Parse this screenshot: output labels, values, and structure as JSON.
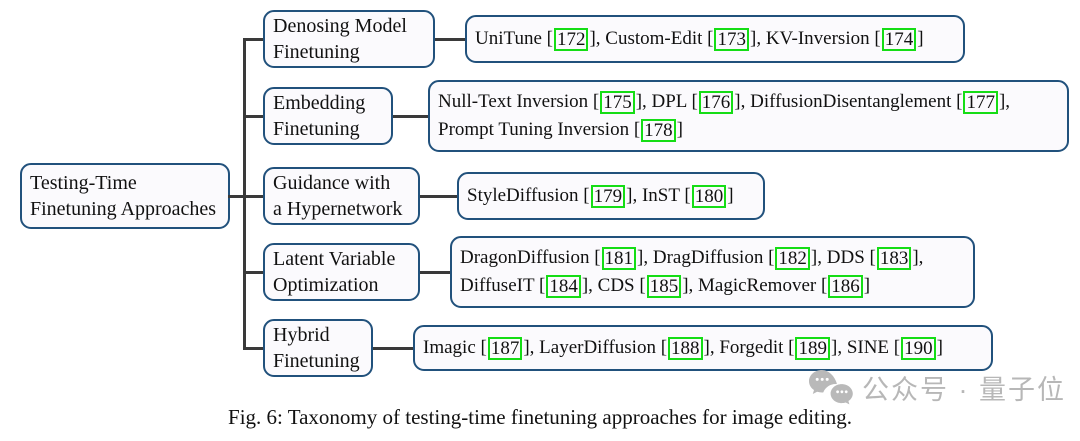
{
  "figure": {
    "caption": "Fig. 6: Taxonomy of testing-time finetuning approaches for image editing."
  },
  "tree": {
    "root": {
      "label_lines": [
        "Testing-Time",
        "Finetuning Approaches"
      ]
    },
    "branches": [
      {
        "label_lines": [
          "Denosing Model",
          "Finetuning"
        ],
        "leaf_lines": [
          [
            {
              "name": "UniTune",
              "ref": "172"
            },
            {
              "name": "Custom-Edit",
              "ref": "173"
            },
            {
              "name": "KV-Inversion",
              "ref": "174"
            }
          ]
        ]
      },
      {
        "label_lines": [
          "Embedding",
          "Finetuning"
        ],
        "leaf_lines": [
          [
            {
              "name": "Null-Text Inversion",
              "ref": "175"
            },
            {
              "name": "DPL",
              "ref": "176"
            },
            {
              "name": "DiffusionDisentanglement",
              "ref": "177"
            }
          ],
          [
            {
              "name": "Prompt Tuning Inversion",
              "ref": "178"
            }
          ]
        ]
      },
      {
        "label_lines": [
          "Guidance with",
          "a Hypernetwork"
        ],
        "leaf_lines": [
          [
            {
              "name": "StyleDiffusion",
              "ref": "179"
            },
            {
              "name": "InST",
              "ref": "180"
            }
          ]
        ]
      },
      {
        "label_lines": [
          "Latent Variable",
          "Optimization"
        ],
        "leaf_lines": [
          [
            {
              "name": "DragonDiffusion",
              "ref": "181"
            },
            {
              "name": "DragDiffusion",
              "ref": "182"
            },
            {
              "name": "DDS",
              "ref": "183"
            }
          ],
          [
            {
              "name": "DiffuseIT",
              "ref": "184"
            },
            {
              "name": "CDS",
              "ref": "185"
            },
            {
              "name": "MagicRemover",
              "ref": "186"
            }
          ]
        ]
      },
      {
        "label_lines": [
          "Hybrid",
          "Finetuning"
        ],
        "leaf_lines": [
          [
            {
              "name": "Imagic",
              "ref": "187"
            },
            {
              "name": "LayerDiffusion",
              "ref": "188"
            },
            {
              "name": "Forgedit",
              "ref": "189"
            },
            {
              "name": "SINE",
              "ref": "190"
            }
          ]
        ]
      }
    ]
  },
  "watermark": {
    "icon": "wechat-icon",
    "text": "公众号 · 量子位"
  },
  "colors": {
    "node_border": "#21517c",
    "node_fill": "#fbfafd",
    "citation_border": "#15dd15",
    "connector": "#3a3a3a",
    "watermark_gray": "#b7b7b7",
    "text": "#111111"
  }
}
